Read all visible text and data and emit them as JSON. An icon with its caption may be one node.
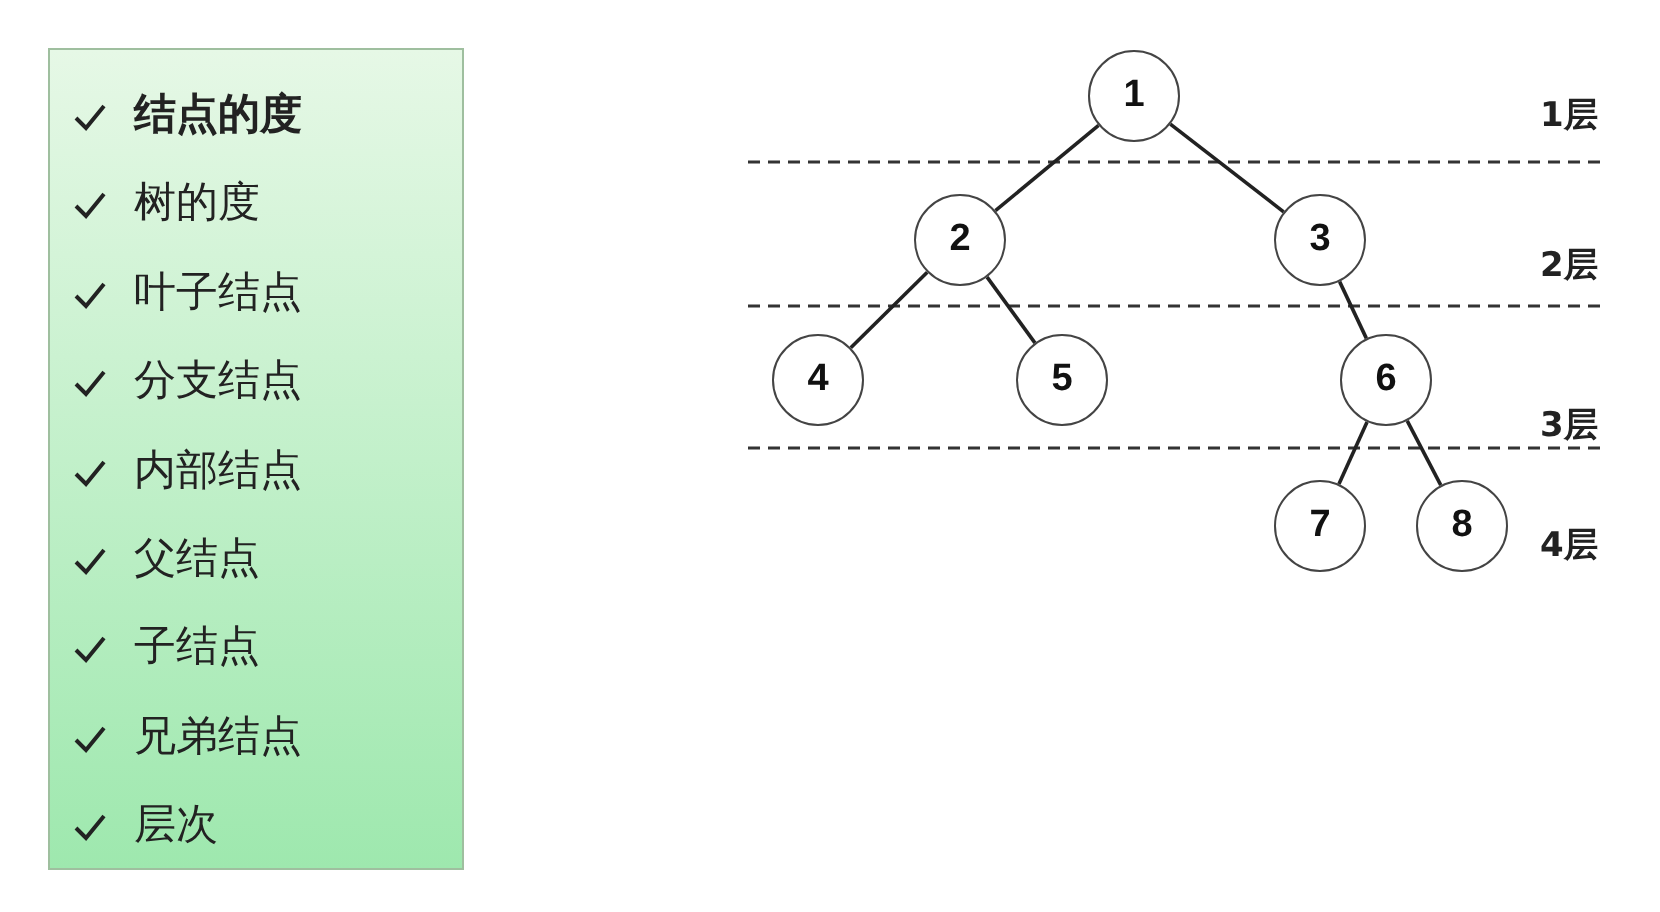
{
  "diagram": {
    "nodes": [
      {
        "text": [
          "结点的度",
          "树的度",
          "叶子结点",
          "分支结点",
          "内部结点",
          "父结点",
          "子结点",
          "兄弟结点",
          "层次"
        ]
      },
      {
        "text": [
          "1"
        ]
      },
      {
        "text": [
          "2"
        ]
      },
      {
        "text": [
          "3"
        ]
      },
      {
        "text": [
          "4"
        ]
      },
      {
        "text": [
          "5"
        ]
      },
      {
        "text": [
          "6"
        ]
      },
      {
        "text": [
          "7"
        ]
      },
      {
        "text": [
          "8"
        ]
      }
    ],
    "edges": [
      {
        "from": 1,
        "to": 2,
        "arrow": "none"
      },
      {
        "from": 1,
        "to": 3,
        "arrow": "none"
      },
      {
        "from": 2,
        "to": 4,
        "arrow": "none"
      },
      {
        "from": 2,
        "to": 5,
        "arrow": "none"
      },
      {
        "from": 3,
        "to": 6,
        "arrow": "none"
      },
      {
        "from": 6,
        "to": 7,
        "arrow": "none"
      },
      {
        "from": 6,
        "to": 8,
        "arrow": "none"
      }
    ],
    "labels": [
      "1层",
      "2层",
      "3层",
      "4层"
    ]
  }
}
